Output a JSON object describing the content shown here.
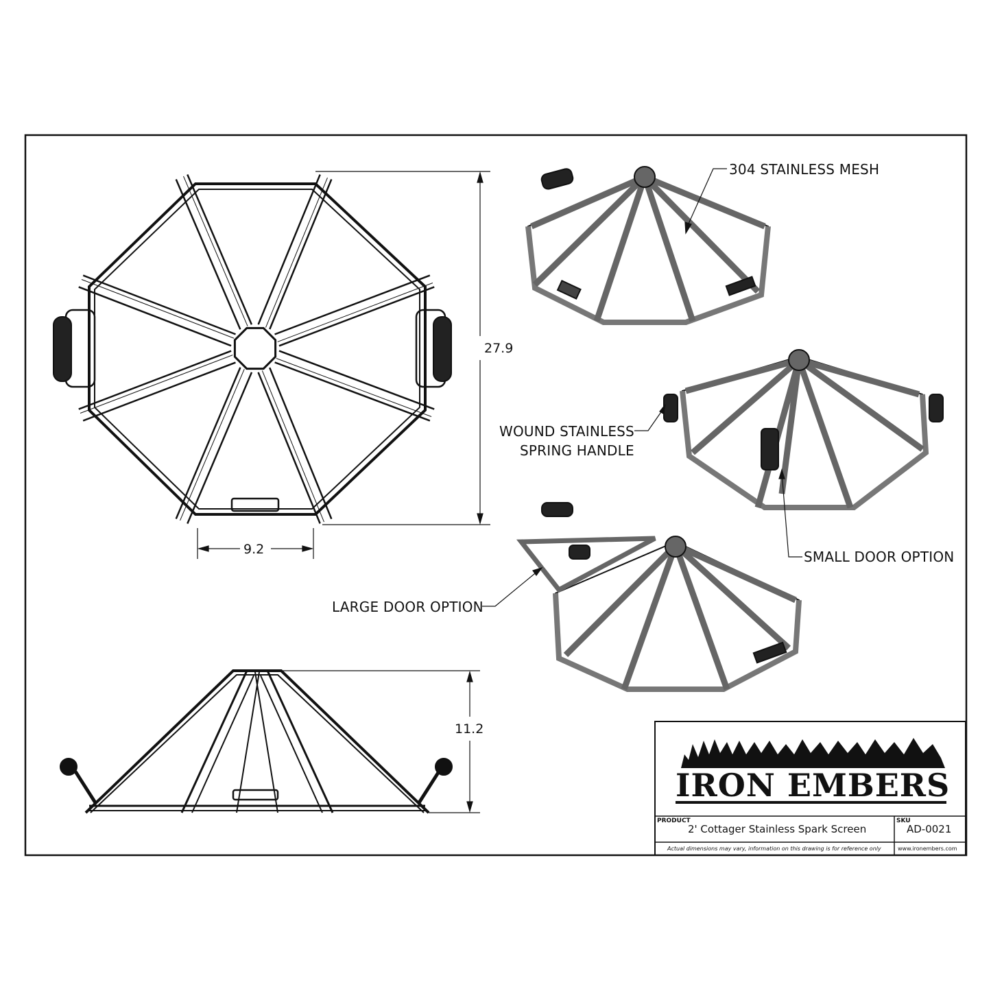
{
  "callouts": {
    "mesh": "304 STAINLESS MESH",
    "handle_line1": "WOUND STAINLESS",
    "handle_line2": "SPRING HANDLE",
    "small_door": "SMALL DOOR OPTION",
    "large_door": "LARGE DOOR OPTION"
  },
  "dimensions": {
    "depth": "27.9",
    "door_width": "9.2",
    "height": "11.2"
  },
  "title_block": {
    "brand": "IRON EMBERS",
    "product_label": "PRODUCT",
    "product": "2' Cottager Stainless Spark Screen",
    "sku_label": "SKU",
    "sku": "AD-0021",
    "disclaimer": "Actual dimensions may vary, information on this drawing is for reference only",
    "website": "www.ironembers.com"
  },
  "colors": {
    "line": "#111111",
    "frame_fill": "#8a8a8a",
    "mesh_fill": "#ffffff"
  }
}
